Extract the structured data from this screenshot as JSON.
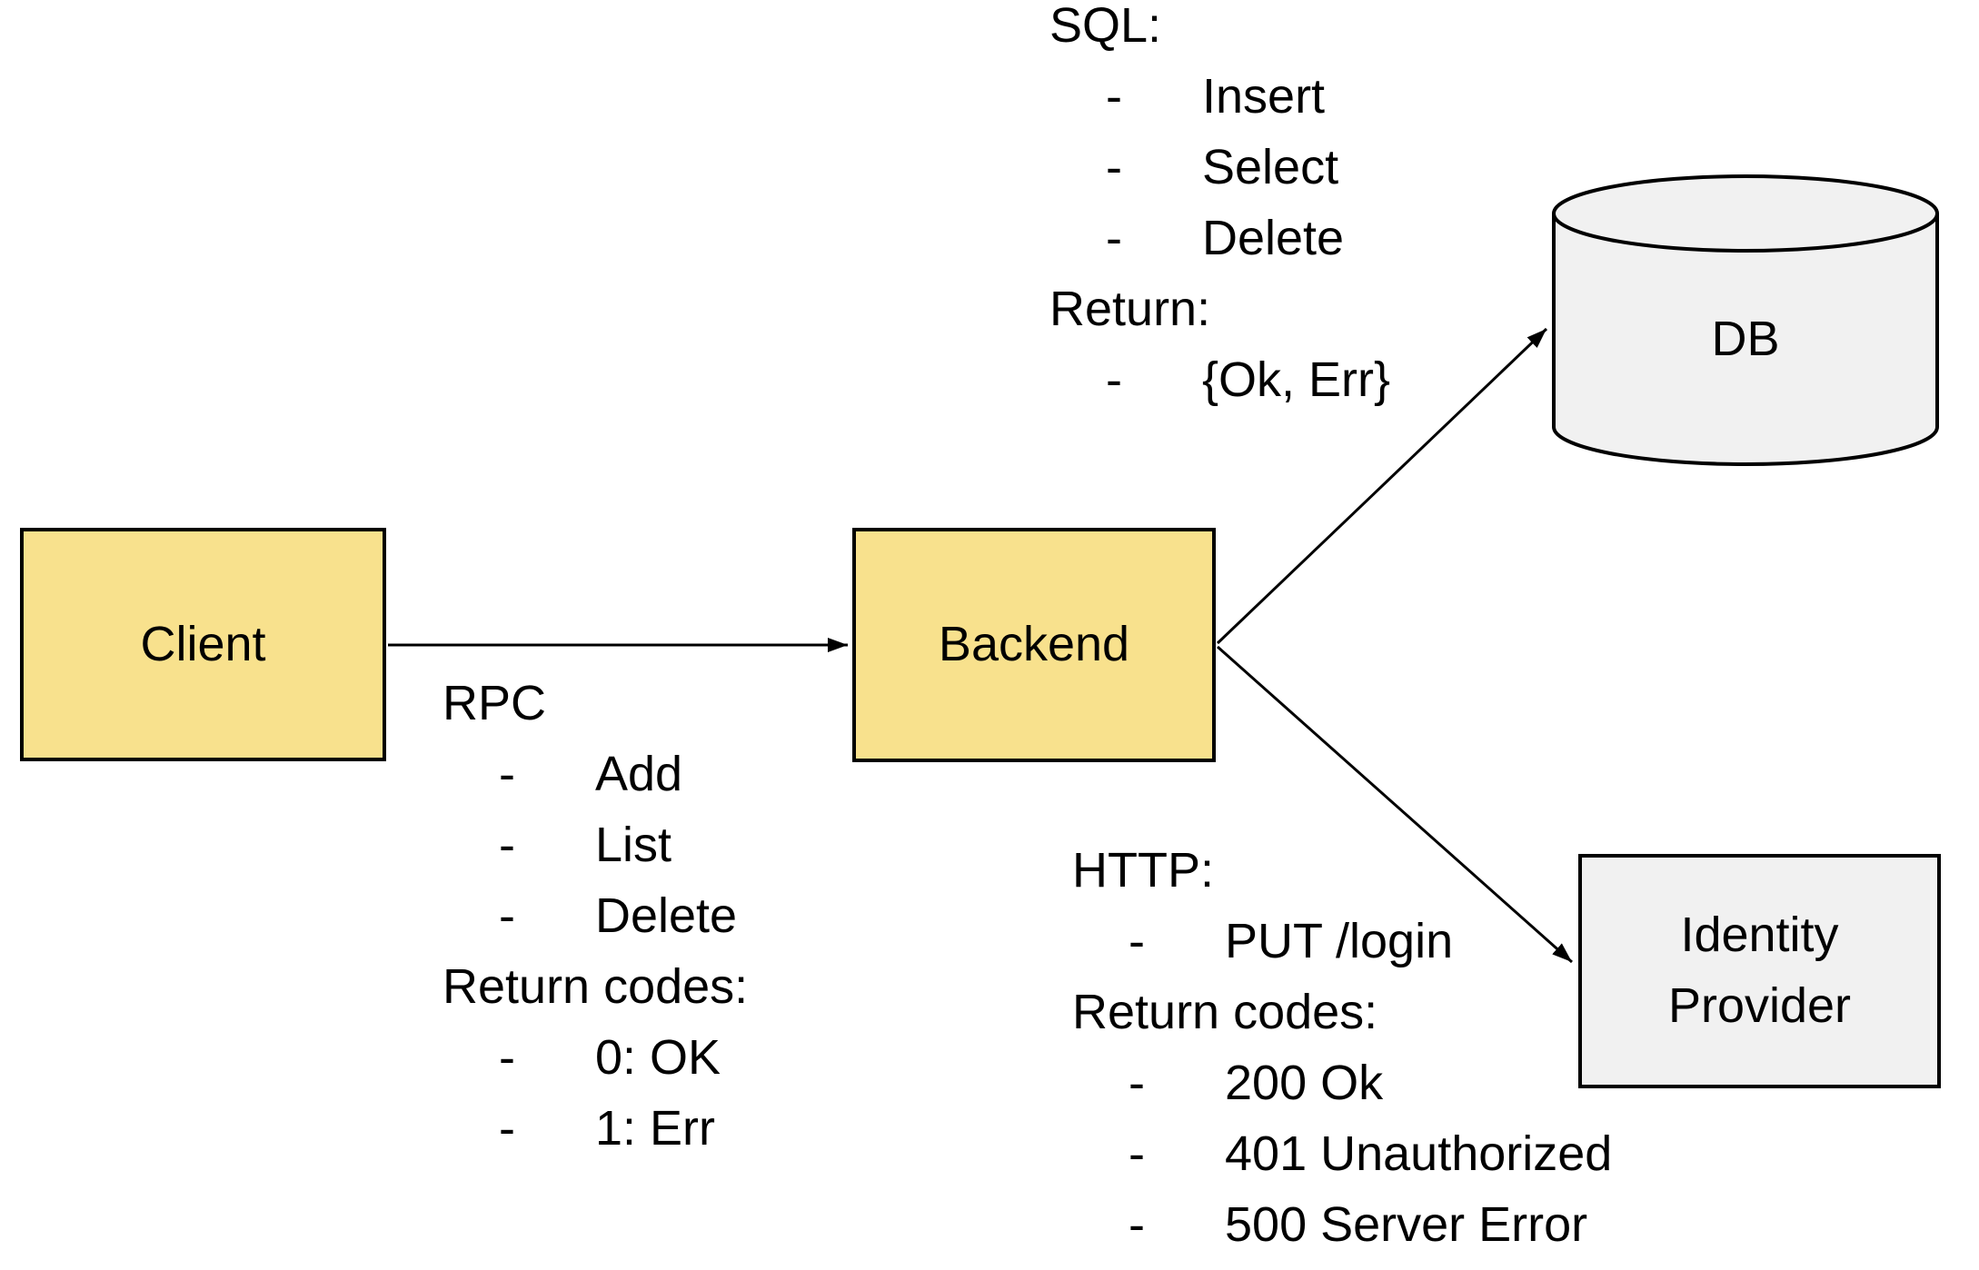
{
  "background": "#ffffff",
  "colors": {
    "background": "#ffffff",
    "service_fill": "#F8E18D",
    "datastore_fill": "#F1F1F1",
    "stroke": "#000000",
    "text": "#000000"
  },
  "bullet_char": "-",
  "nodes": {
    "client": {
      "label": "Client",
      "type": "service"
    },
    "backend": {
      "label": "Backend",
      "type": "service"
    },
    "db": {
      "label": "DB",
      "type": "database"
    },
    "identity_provider": {
      "label": "Identity Provider",
      "type": "service"
    }
  },
  "edges": {
    "client_to_backend": {
      "from": "Client",
      "to": "Backend"
    },
    "backend_to_db": {
      "from": "Backend",
      "to": "DB"
    },
    "backend_to_identity_provider": {
      "from": "Backend",
      "to": "Identity Provider"
    }
  },
  "annotations": {
    "rpc": {
      "heading": "RPC",
      "items": [
        "Add",
        "List",
        "Delete"
      ],
      "return_heading": "Return codes:",
      "return_items": [
        "0: OK",
        "1: Err"
      ]
    },
    "sql": {
      "heading": "SQL:",
      "items": [
        "Insert",
        "Select",
        "Delete"
      ],
      "return_heading": "Return:",
      "return_items": [
        "{Ok, Err}"
      ]
    },
    "http": {
      "heading": "HTTP:",
      "items": [
        "PUT /login"
      ],
      "return_heading": "Return codes:",
      "return_items": [
        "200 Ok",
        "401 Unauthorized",
        "500 Server Error"
      ]
    }
  }
}
